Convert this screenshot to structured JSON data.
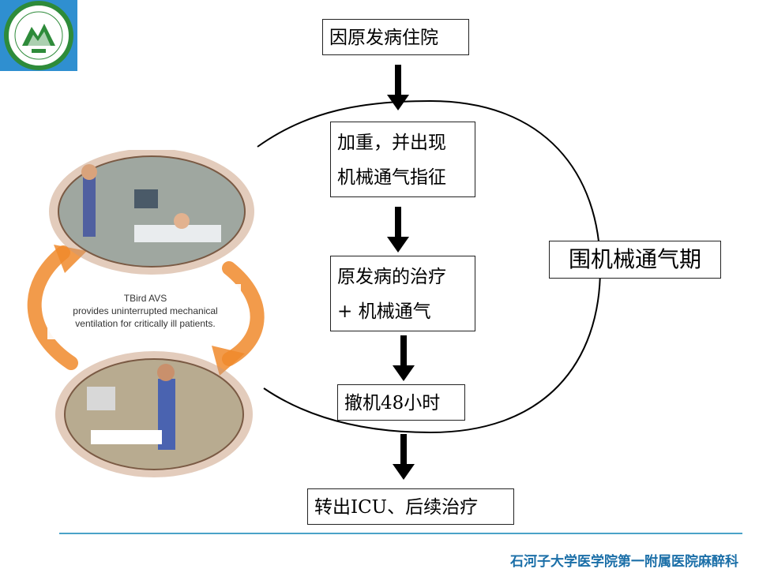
{
  "flow": {
    "step1": "因原发病住院",
    "step2_line1": "加重，并出现",
    "step2_line2": "机械通气指征",
    "step3_line1": "原发病的治疗",
    "step3_line2": "+ 机械通气",
    "step4": "撤机48小时",
    "step5": "转出ICU、后续治疗"
  },
  "period_label": "围机械通气期",
  "photo_caption": {
    "line1": "TBird AVS",
    "line2": "provides uninterrupted mechanical",
    "line3": "ventilation for critically ill patients."
  },
  "footer": "石河子大学医学院第一附属医院麻醉科",
  "colors": {
    "footer_text": "#1b6fa8",
    "footer_rule": "#4aa3c8",
    "logo_bg": "#2f8fd0",
    "cycle_arrow": "#f08a2c"
  }
}
